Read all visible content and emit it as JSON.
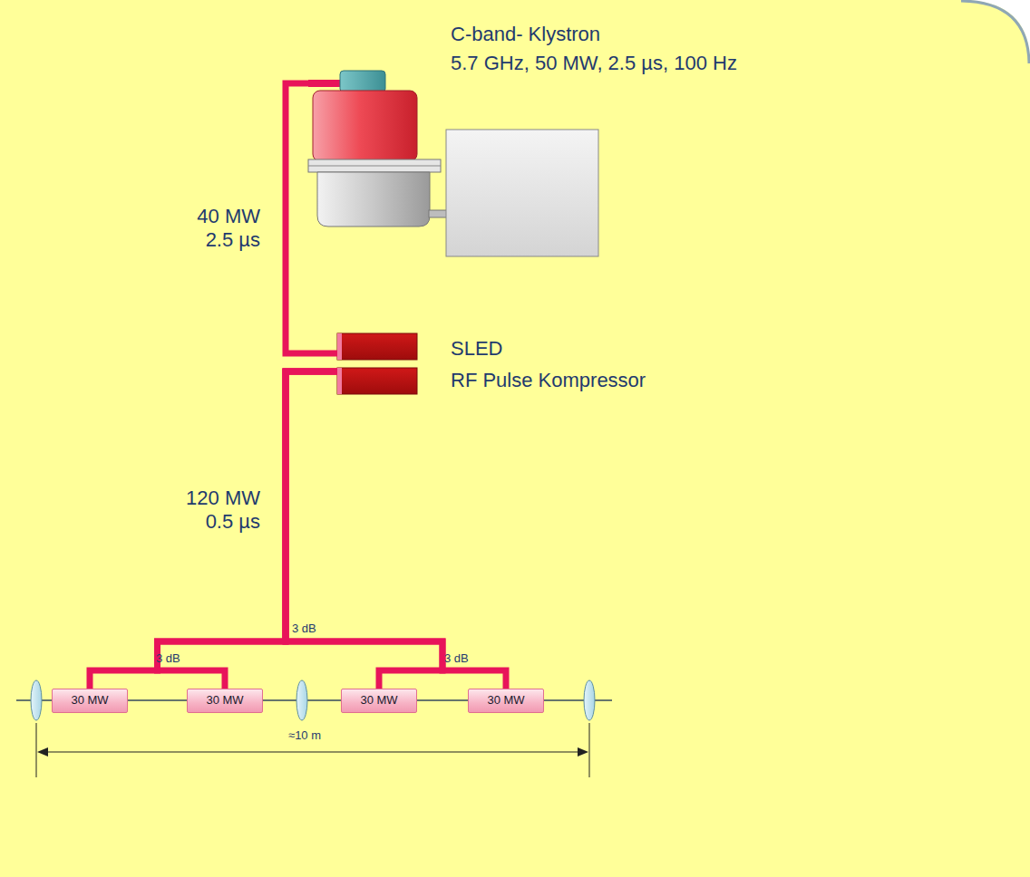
{
  "diagram": {
    "nodes": [
      {
        "text": [
          "C-band- Klystron",
          "5.7 GHz, 50 MW, 2.5 µs, 100 Hz"
        ]
      },
      {
        "text": [
          "SLED",
          "RF Pulse Kompressor"
        ]
      },
      {
        "text": [
          "30 MW"
        ]
      },
      {
        "text": [
          "30 MW"
        ]
      },
      {
        "text": [
          "30 MW"
        ]
      },
      {
        "text": [
          "30 MW"
        ]
      }
    ],
    "edges": [
      {
        "from": 0,
        "to": 1,
        "label": "40 MW 2.5 µs",
        "arrow": "none"
      },
      {
        "from": 1,
        "to": 2,
        "arrow": "none"
      },
      {
        "from": 1,
        "to": 3,
        "arrow": "none"
      },
      {
        "from": 1,
        "to": 4,
        "arrow": "none"
      },
      {
        "from": 1,
        "to": 5,
        "arrow": "none"
      }
    ],
    "labels": [
      "120 MW 0.5 µs",
      "3 dB",
      "3 dB",
      "3 dB",
      "≈10 m"
    ]
  }
}
